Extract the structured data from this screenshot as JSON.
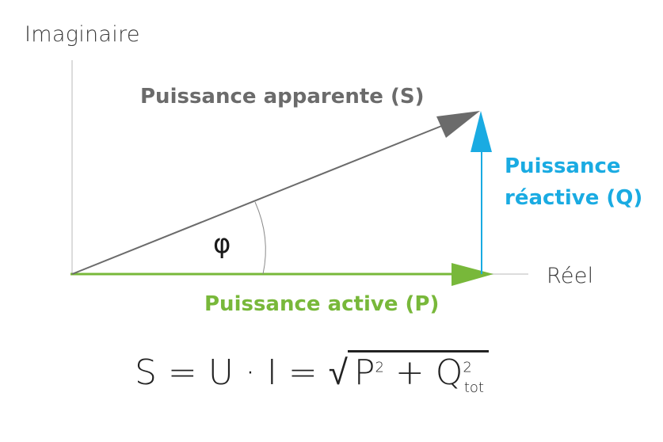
{
  "axes": {
    "imaginary_label": "Imaginaire",
    "real_label": "Réel"
  },
  "vectors": {
    "apparent": {
      "label": "Puissance apparente (S)",
      "color": "#6b6b6b"
    },
    "reactive": {
      "label_line1": "Puissance",
      "label_line2": "réactive (Q)",
      "color": "#1aabe2"
    },
    "active": {
      "label": "Puissance active (P)",
      "color": "#78b83a"
    }
  },
  "angle": {
    "symbol": "φ"
  },
  "formula": {
    "lhs": "S = U · I = ",
    "root": "√",
    "p": "P",
    "p_exp": "2",
    "plus": " + ",
    "q": "Q",
    "q_exp": "2",
    "q_sub": "tot"
  },
  "colors": {
    "axis": "#dcdcdc",
    "apparent": "#6b6b6b",
    "reactive": "#1aabe2",
    "active": "#78b83a"
  }
}
